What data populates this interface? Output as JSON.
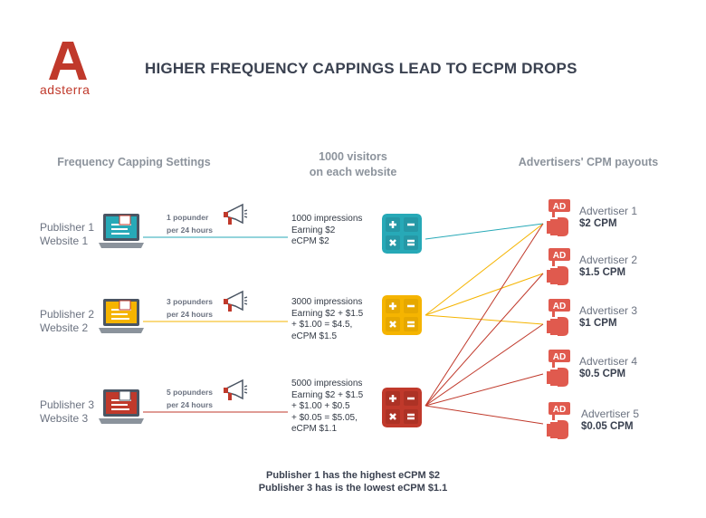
{
  "logo": {
    "text": "adsterra"
  },
  "title": "HIGHER FREQUENCY CAPPINGS LEAD TO ECPM DROPS",
  "columns": {
    "left": "Frequency Capping Settings",
    "middle_line1": "1000 visitors",
    "middle_line2": "on each website",
    "right": "Advertisers' CPM payouts"
  },
  "publishers": [
    {
      "line1": "Publisher 1",
      "line2": "Website 1",
      "freq1": "1 popunder",
      "freq2": "per 24 hours",
      "calc": [
        "1000  impressions",
        "Earning $2",
        "eCPM $2"
      ],
      "color": "#27a9b7"
    },
    {
      "line1": "Publisher 2",
      "line2": "Website 2",
      "freq1": "3 popunders",
      "freq2": "per 24 hours",
      "calc": [
        "3000 impressions",
        "Earning $2 + $1.5",
        "+ $1.00 = $4.5,",
        "eCPM $1.5"
      ],
      "color": "#f5b400"
    },
    {
      "line1": "Publisher 3",
      "line2": "Website 3",
      "freq1": "5 popunders",
      "freq2": "per 24 hours",
      "calc": [
        "5000 impressions",
        "Earning $2 + $1.5",
        "+ $1.00 + $0.5",
        "+ $0.05 = $5.05,",
        "eCPM $1.1"
      ],
      "color": "#c0392b"
    }
  ],
  "advertisers": [
    {
      "name": "Advertiser 1",
      "cpm": "$2 CPM"
    },
    {
      "name": "Advertiser 2",
      "cpm": "$1.5 CPM"
    },
    {
      "name": "Advertiser 3",
      "cpm": "$1 CPM"
    },
    {
      "name": "Advertiser 4",
      "cpm": "$0.5 CPM"
    },
    {
      "name": "Advertiser 5",
      "cpm": "$0.05 CPM"
    }
  ],
  "ad_badge": "AD",
  "footer": {
    "line1": "Publisher 1 has the highest eCPM $2",
    "line2": "Publisher 3 has is the lowest eCPM $1.1"
  },
  "colors": {
    "teal": "#27a9b7",
    "yellow": "#f5b400",
    "red": "#c0392b",
    "ad_red": "#e05a4e"
  }
}
